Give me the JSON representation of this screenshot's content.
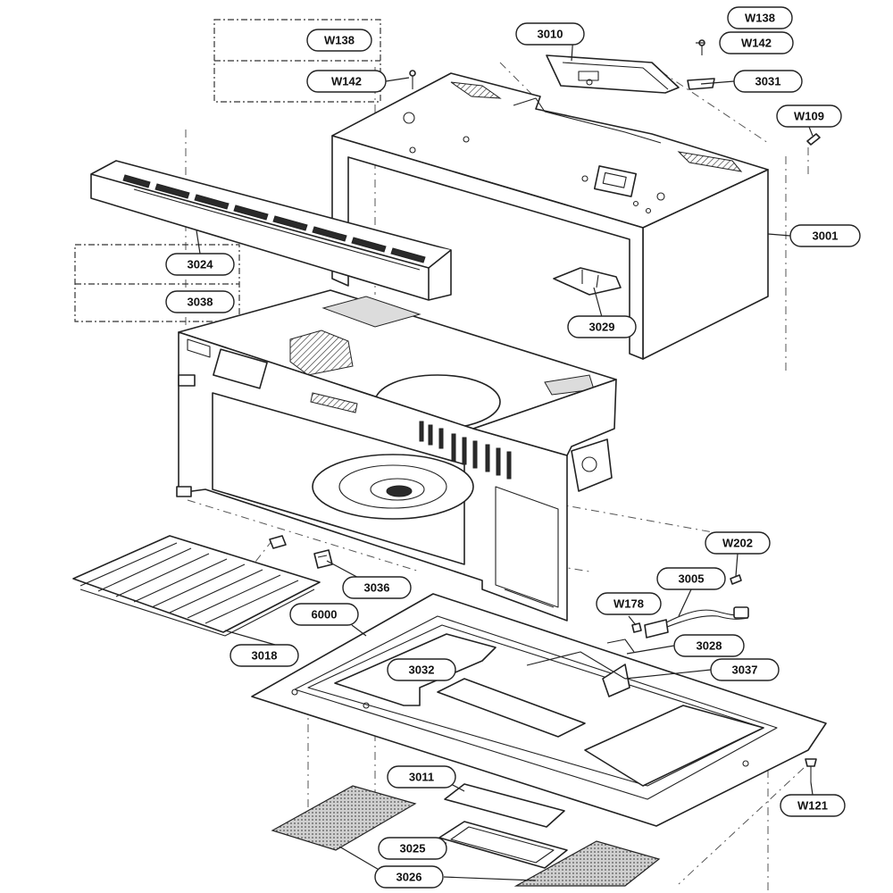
{
  "callouts": {
    "w138_box": "W138",
    "w142_box": "W142",
    "w138_top": "W138",
    "w142_top": "W142",
    "c3010": "3010",
    "c3031": "3031",
    "w109": "W109",
    "c3001": "3001",
    "c3024": "3024",
    "c3038": "3038",
    "c3029": "3029",
    "w202": "W202",
    "c3005": "3005",
    "c3036": "3036",
    "w178": "W178",
    "c6000": "6000",
    "c3028": "3028",
    "c3018": "3018",
    "c3032": "3032",
    "c3037": "3037",
    "c3011": "3011",
    "w121": "W121",
    "c3025": "3025",
    "c3026": "3026"
  },
  "parts": [
    {
      "ref": "3001",
      "name": "outer-cabinet"
    },
    {
      "ref": "3010",
      "name": "bracket-plate"
    },
    {
      "ref": "3024",
      "name": "grille-vent"
    },
    {
      "ref": "3018",
      "name": "rack"
    },
    {
      "ref": "6000",
      "name": "base-plate"
    },
    {
      "ref": "3011",
      "name": "light-cover"
    },
    {
      "ref": "3026",
      "name": "grease-filter"
    }
  ]
}
